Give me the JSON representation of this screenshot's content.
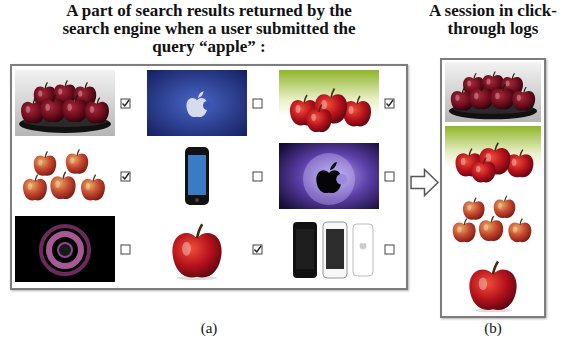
{
  "diagram": {
    "nodes": [
      {
        "text": [
          "A part of search results returned by the search engine when a user submitted the query “apple” :"
        ]
      },
      {
        "text": [
          "A session in click-through logs"
        ]
      }
    ],
    "edges": [
      {
        "from": 0,
        "to": 1,
        "arrow": "to"
      }
    ],
    "labels": [
      "(a)",
      "(b)"
    ]
  }
}
